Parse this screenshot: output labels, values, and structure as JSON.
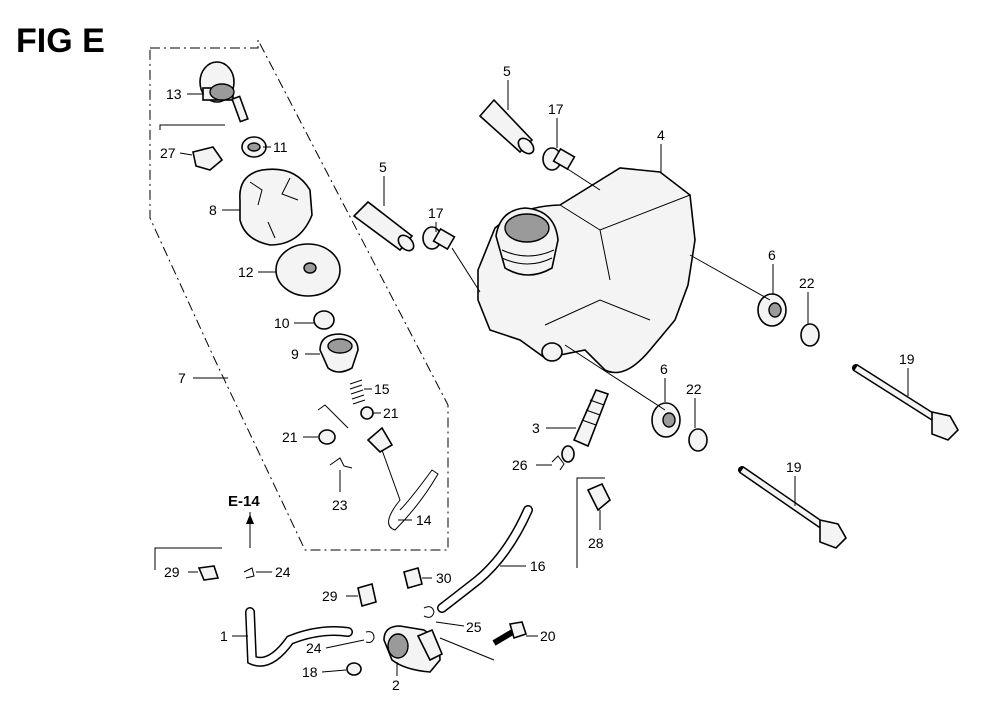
{
  "figure": {
    "title": "FIG E",
    "reference": "E-14"
  },
  "callouts": {
    "c1": "1",
    "c2": "2",
    "c3": "3",
    "c4": "4",
    "c5a": "5",
    "c5b": "5",
    "c6a": "6",
    "c6b": "6",
    "c7": "7",
    "c8": "8",
    "c9": "9",
    "c10": "10",
    "c11": "11",
    "c12": "12",
    "c13": "13",
    "c14": "14",
    "c15": "15",
    "c16": "16",
    "c17a": "17",
    "c17b": "17",
    "c18": "18",
    "c19a": "19",
    "c19b": "19",
    "c20": "20",
    "c21a": "21",
    "c21b": "21",
    "c22a": "22",
    "c22b": "22",
    "c23": "23",
    "c24a": "24",
    "c24b": "24",
    "c25": "25",
    "c26": "26",
    "c27": "27",
    "c28": "28",
    "c29a": "29",
    "c29b": "29",
    "c30": "30"
  }
}
